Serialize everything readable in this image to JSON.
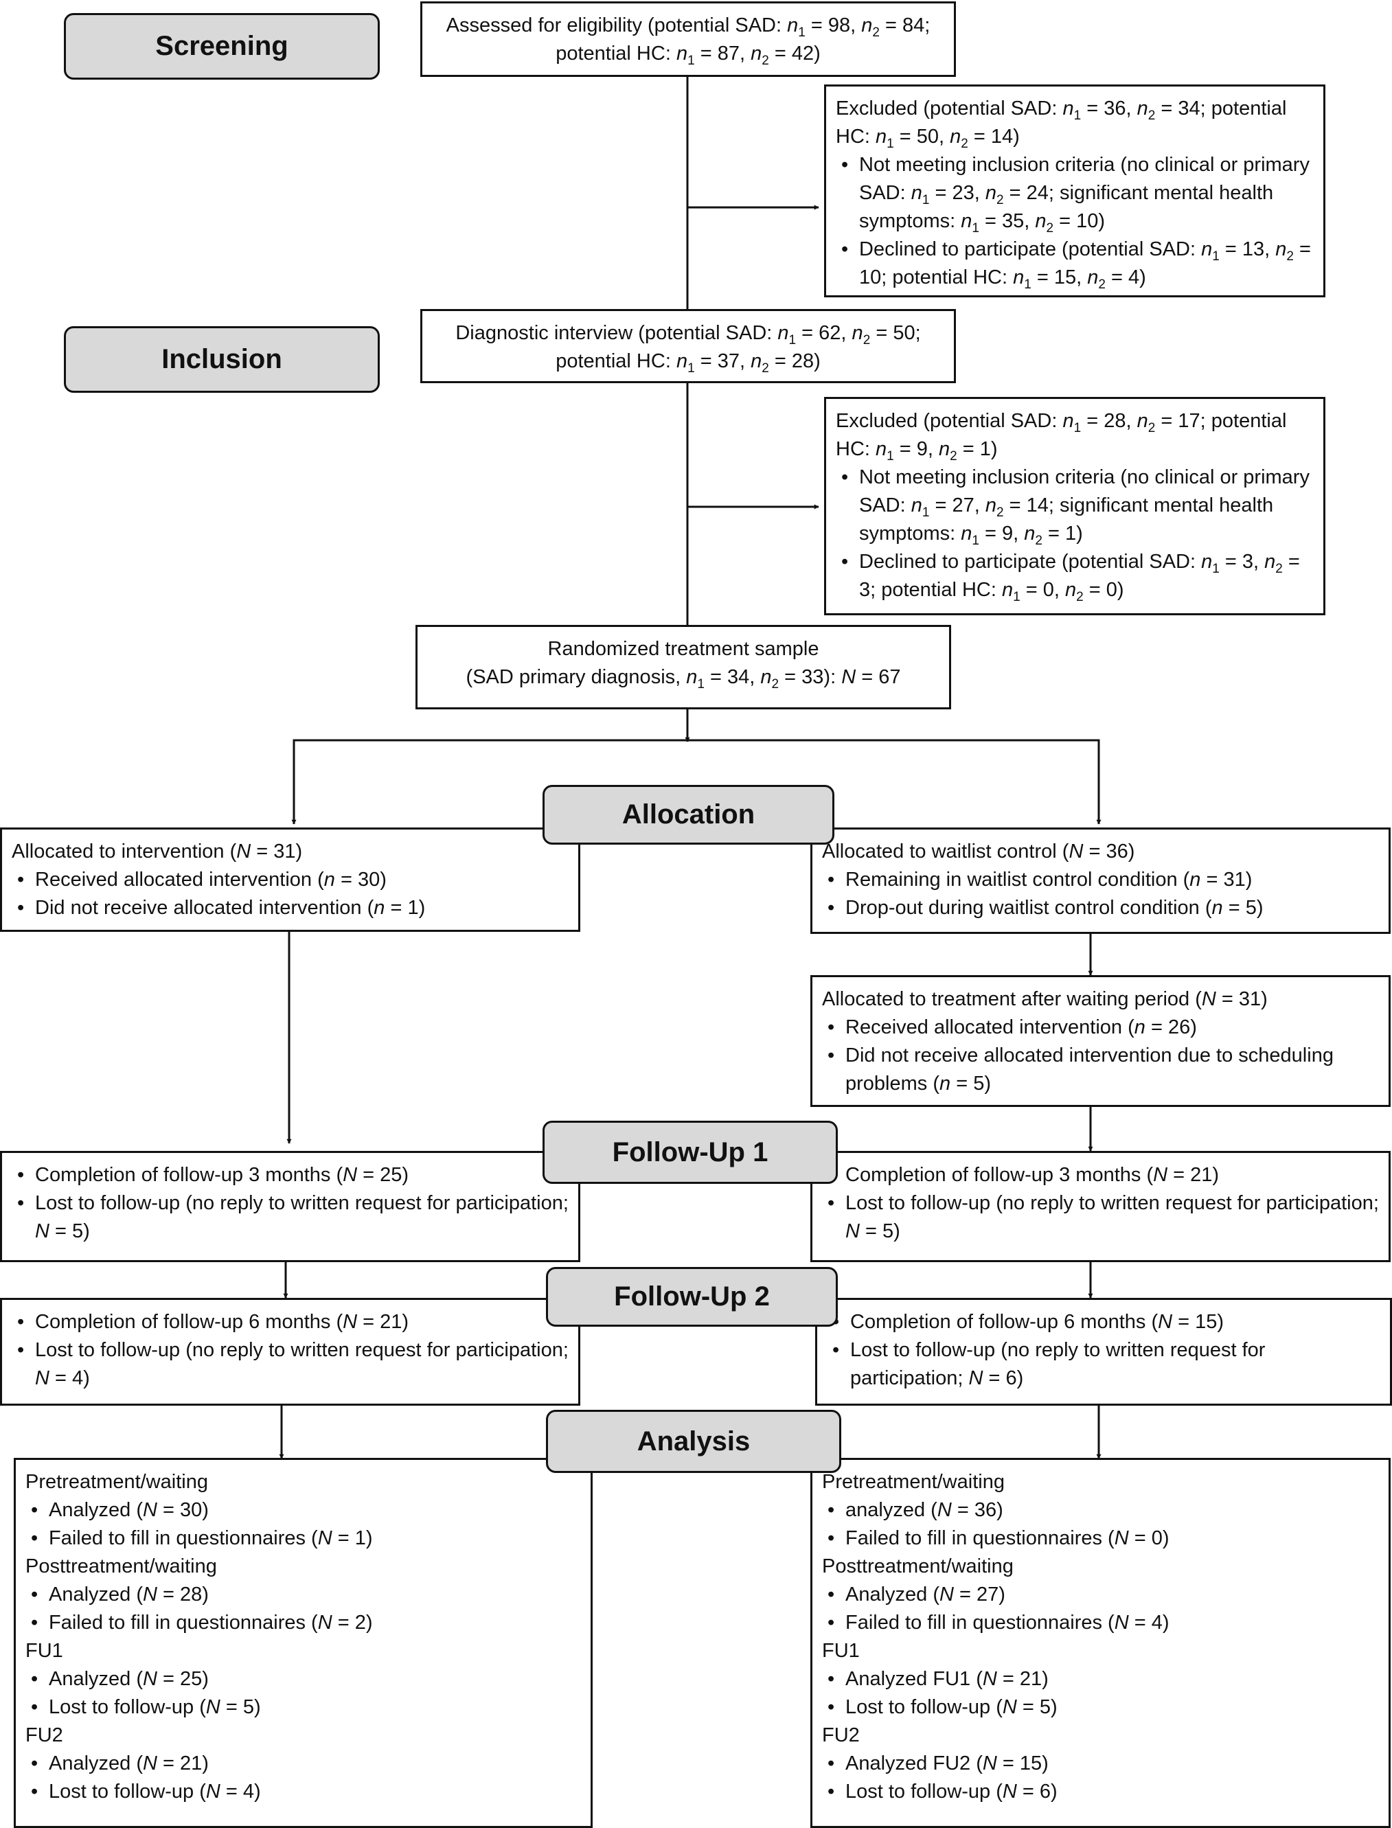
{
  "stages": {
    "screening": "Screening",
    "inclusion": "Inclusion",
    "allocation": "Allocation",
    "followup1": "Follow-Up 1",
    "followup2": "Follow-Up 2",
    "analysis": "Analysis"
  },
  "nodes": {
    "assessed": {
      "lines": [
        "Assessed for eligibility (potential SAD: n1 = 98, n2 = 84;",
        "potential HC: n1 = 87, n2 = 42)"
      ]
    },
    "excluded1": {
      "heading": "Excluded (potential SAD: n1 = 36, n2 = 34; potential HC: n1 = 50, n2 = 14)",
      "items": [
        "Not meeting inclusion criteria (no clinical or primary SAD: n1 = 23, n2 = 24; significant mental health symptoms: n1 = 35, n2 = 10)",
        "Declined to participate (potential SAD: n1 = 13, n2 = 10; potential HC: n1 = 15, n2 = 4)"
      ]
    },
    "diagnostic": {
      "lines": [
        "Diagnostic interview (potential SAD: n1 = 62, n2 = 50;",
        "potential HC: n1 = 37, n2 = 28)"
      ]
    },
    "excluded2": {
      "heading": "Excluded (potential SAD: n1 = 28, n2 = 17; potential HC: n1 = 9, n2 = 1)",
      "items": [
        "Not meeting inclusion criteria (no clinical or primary SAD: n1 = 27, n2 = 14; significant mental health symptoms: n1 = 9, n2 = 1)",
        "Declined to participate (potential SAD: n1 = 3, n2 = 3; potential HC: n1 = 0, n2 = 0)"
      ]
    },
    "randomized": {
      "lines": [
        "Randomized treatment sample",
        "(SAD primary diagnosis, n1 = 34, n2 = 33): N = 67"
      ]
    },
    "alloc_intervention": {
      "heading": "Allocated to intervention (N = 31)",
      "items": [
        "Received allocated intervention (n = 30)",
        "Did not receive allocated intervention (n = 1)"
      ]
    },
    "alloc_waitlist": {
      "heading": "Allocated to waitlist control (N = 36)",
      "items": [
        "Remaining in waitlist control condition (n = 31)",
        "Drop-out during waitlist control condition (n = 5)"
      ]
    },
    "alloc_after_wait": {
      "heading": "Allocated to treatment after waiting period (N = 31)",
      "items": [
        "Received allocated intervention (n = 26)",
        "Did not receive allocated intervention due to scheduling problems (n = 5)"
      ]
    },
    "fu1_left": {
      "items": [
        "Completion of follow-up 3 months (N = 25)",
        "Lost to follow-up (no reply to written request for participation; N = 5)"
      ]
    },
    "fu1_right": {
      "items": [
        "Completion of follow-up 3 months (N = 21)",
        "Lost to follow-up (no reply to written request for participation; N = 5)"
      ]
    },
    "fu2_left": {
      "items": [
        "Completion of follow-up 6 months (N = 21)",
        "Lost to follow-up (no reply to written request for participation; N = 4)"
      ]
    },
    "fu2_right": {
      "items": [
        "Completion of follow-up 6 months (N = 15)",
        "Lost to follow-up (no reply to written request for participation; N = 6)"
      ]
    },
    "analysis_left": {
      "groups": [
        {
          "heading": "Pretreatment/waiting",
          "items": [
            "Analyzed (N = 30)",
            "Failed to fill in questionnaires (N = 1)"
          ]
        },
        {
          "heading": "Posttreatment/waiting",
          "items": [
            "Analyzed (N = 28)",
            "Failed to fill in questionnaires (N = 2)"
          ]
        },
        {
          "heading": "FU1",
          "items": [
            "Analyzed (N = 25)",
            "Lost to follow-up (N = 5)"
          ]
        },
        {
          "heading": "FU2",
          "items": [
            "Analyzed (N = 21)",
            "Lost to follow-up (N = 4)"
          ]
        }
      ]
    },
    "analysis_right": {
      "groups": [
        {
          "heading": "Pretreatment/waiting",
          "items": [
            "analyzed (N = 36)",
            "Failed to fill in questionnaires (N = 0)"
          ]
        },
        {
          "heading": "Posttreatment/waiting",
          "items": [
            "Analyzed (N = 27)",
            "Failed to fill in questionnaires (N = 4)"
          ]
        },
        {
          "heading": "FU1",
          "items": [
            "Analyzed FU1 (N = 21)",
            "Lost to follow-up (N = 5)"
          ]
        },
        {
          "heading": "FU2",
          "items": [
            "Analyzed FU2 (N = 15)",
            "Lost to follow-up (N = 6)"
          ]
        }
      ]
    }
  }
}
